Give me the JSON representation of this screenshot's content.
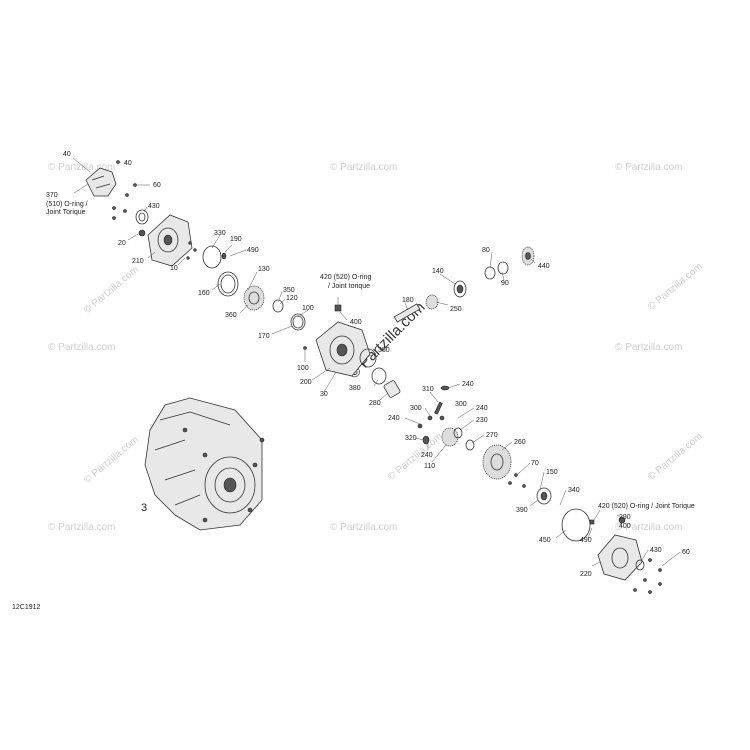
{
  "diagram": {
    "code": "12C1912",
    "assembly_label": "3",
    "watermark": "© Partzilla.com",
    "center_watermark": "© Partzilla.com",
    "callouts": [
      {
        "id": "c40a",
        "text": "40"
      },
      {
        "id": "c40b",
        "text": "40"
      },
      {
        "id": "c370",
        "text": "370"
      },
      {
        "id": "c370b",
        "text": "(510) O-ring /"
      },
      {
        "id": "c370c",
        "text": "Joint Torique"
      },
      {
        "id": "c60a",
        "text": "60"
      },
      {
        "id": "c430a",
        "text": "430"
      },
      {
        "id": "c20",
        "text": "20"
      },
      {
        "id": "c210",
        "text": "210"
      },
      {
        "id": "c10",
        "text": "10"
      },
      {
        "id": "c330",
        "text": "330"
      },
      {
        "id": "c190",
        "text": "190"
      },
      {
        "id": "c490a",
        "text": "490"
      },
      {
        "id": "c130",
        "text": "130"
      },
      {
        "id": "c160",
        "text": "160"
      },
      {
        "id": "c350a",
        "text": "350"
      },
      {
        "id": "c120",
        "text": "120"
      },
      {
        "id": "c360",
        "text": "360"
      },
      {
        "id": "c100a",
        "text": "100"
      },
      {
        "id": "c170",
        "text": "170"
      },
      {
        "id": "c100b",
        "text": "100"
      },
      {
        "id": "c420a",
        "text": "420 (520) O-ring"
      },
      {
        "id": "c420b",
        "text": "/ Joint torique"
      },
      {
        "id": "c400a",
        "text": "400"
      },
      {
        "id": "c180",
        "text": "180"
      },
      {
        "id": "c140",
        "text": "140"
      },
      {
        "id": "c80",
        "text": "80"
      },
      {
        "id": "c90",
        "text": "90"
      },
      {
        "id": "c440",
        "text": "440"
      },
      {
        "id": "c250",
        "text": "250"
      },
      {
        "id": "c350b",
        "text": "350"
      },
      {
        "id": "c200",
        "text": "200"
      },
      {
        "id": "c30",
        "text": "30"
      },
      {
        "id": "c380",
        "text": "380"
      },
      {
        "id": "c280",
        "text": "280"
      },
      {
        "id": "c310",
        "text": "310"
      },
      {
        "id": "c240a",
        "text": "240"
      },
      {
        "id": "c300a",
        "text": "300"
      },
      {
        "id": "c240b",
        "text": "240"
      },
      {
        "id": "c300b",
        "text": "300"
      },
      {
        "id": "c240c",
        "text": "240"
      },
      {
        "id": "c230",
        "text": "230"
      },
      {
        "id": "c320",
        "text": "320"
      },
      {
        "id": "c270",
        "text": "270"
      },
      {
        "id": "c260",
        "text": "260"
      },
      {
        "id": "c240d",
        "text": "240"
      },
      {
        "id": "c110",
        "text": "110"
      },
      {
        "id": "c70",
        "text": "70"
      },
      {
        "id": "c150",
        "text": "150"
      },
      {
        "id": "c340",
        "text": "340"
      },
      {
        "id": "c390",
        "text": "390"
      },
      {
        "id": "c420c",
        "text": "420 (520) O-ring / Joint Torique"
      },
      {
        "id": "c290",
        "text": "290"
      },
      {
        "id": "c400b",
        "text": "400"
      },
      {
        "id": "c450",
        "text": "450"
      },
      {
        "id": "c490b",
        "text": "490"
      },
      {
        "id": "c430b",
        "text": "430"
      },
      {
        "id": "c60b",
        "text": "60"
      },
      {
        "id": "c220",
        "text": "220"
      }
    ]
  }
}
